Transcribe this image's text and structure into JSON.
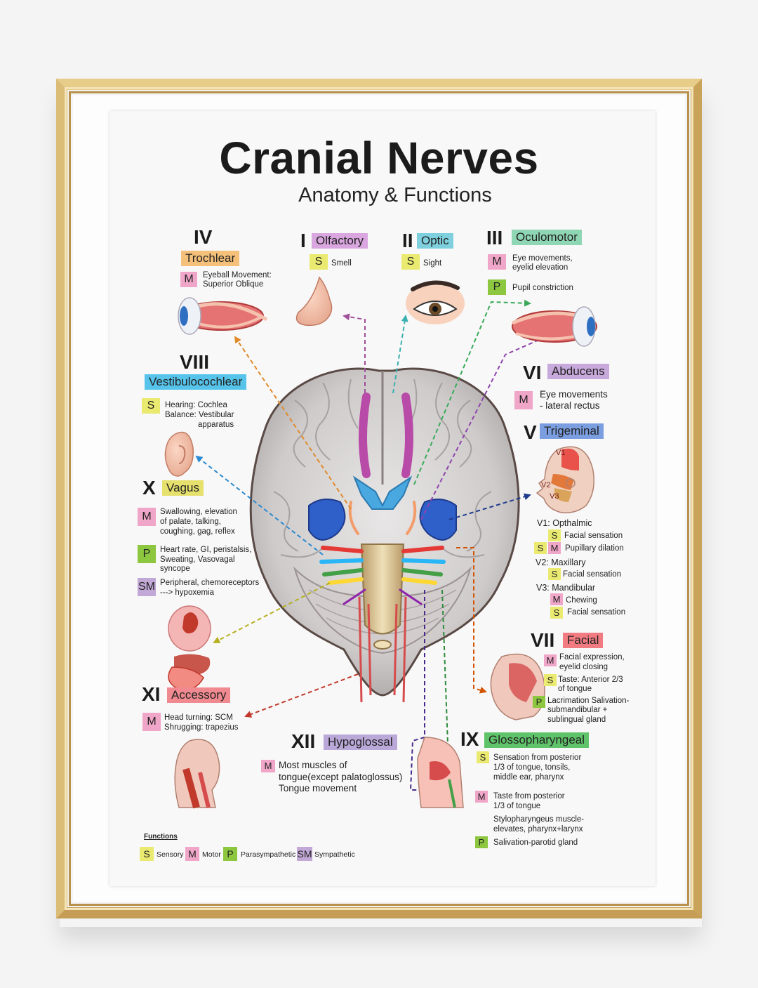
{
  "title": "Cranial Nerves",
  "subtitle": "Anatomy & Functions",
  "colors": {
    "sensory": "#eaea70",
    "motor": "#f0a6c8",
    "parasympathetic": "#8dc63f",
    "sympathetic": "#c2a8d6",
    "frame_gold": "#d9b870"
  },
  "nerves": {
    "olfactory": {
      "numeral": "I",
      "name": "Olfactory",
      "color": "#d9a6df",
      "badge": "S",
      "desc": "Smell"
    },
    "optic": {
      "numeral": "II",
      "name": "Optic",
      "color": "#7fd0df",
      "badge": "S",
      "desc": "Sight"
    },
    "oculomotor": {
      "numeral": "III",
      "name": "Oculomotor",
      "color": "#8fd6b4",
      "badge1": "M",
      "desc1a": "Eye movements,",
      "desc1b": "eyelid elevation",
      "badge2": "P",
      "desc2": "Pupil constriction"
    },
    "trochlear": {
      "numeral": "IV",
      "name": "Trochlear",
      "color": "#f5c07a",
      "badge": "M",
      "desc_a": "Eyeball Movement:",
      "desc_b": "Superior Oblique"
    },
    "trigeminal": {
      "numeral": "V",
      "name": "Trigeminal",
      "color": "#7b9ee0",
      "v1": "V1: Opthalmic",
      "v1_s": "S",
      "v1_s_desc": "Facial sensation",
      "v1_s2": "S",
      "v1_m2": "M",
      "v1_sm_desc": "Pupillary dilation",
      "v2": "V2: Maxillary",
      "v2_s": "S",
      "v2_s_desc": "Facial sensation",
      "v3": "V3: Mandibular",
      "v3_m": "M",
      "v3_m_desc": "Chewing",
      "v3_s": "S",
      "v3_s_desc": "Facial sensation",
      "face_labels": [
        "V1",
        "V2",
        "V3"
      ]
    },
    "abducens": {
      "numeral": "VI",
      "name": "Abducens",
      "color": "#c8a9dc",
      "badge": "M",
      "desc_a": "Eye movements",
      "desc_b": "- lateral rectus"
    },
    "facial": {
      "numeral": "VII",
      "name": "Facial",
      "color": "#f27b82",
      "badge1": "M",
      "desc1a": "Facial expression,",
      "desc1b": "eyelid closing",
      "badge2": "S",
      "desc2a": "Taste: Anterior 2/3",
      "desc2b": "of  tongue",
      "badge3": "P",
      "desc3a": "Lacrimation Salivation-",
      "desc3b": "submandibular +",
      "desc3c": "sublingual gland"
    },
    "vestibulocochlear": {
      "numeral": "VIII",
      "name": "Vestibulocochlear",
      "color": "#55c3ea",
      "badge": "S",
      "desc_a": "Hearing: Cochlea",
      "desc_b": "Balance: Vestibular",
      "desc_c": "apparatus"
    },
    "glossopharyngeal": {
      "numeral": "IX",
      "name": "Glossopharyngeal",
      "color": "#5fc36a",
      "badge1": "S",
      "desc1a": "Sensation from posterior",
      "desc1b": "1/3 of tongue, tonsils,",
      "desc1c": "middle ear, pharynx",
      "badge2": "M",
      "desc2a": "Taste from posterior",
      "desc2b": "1/3 of tongue",
      "desc2c": "Stylopharyngeus muscle-",
      "desc2d": "elevates, pharynx+larynx",
      "badge3": "P",
      "desc3": "Salivation-parotid gland"
    },
    "vagus": {
      "numeral": "X",
      "name": "Vagus",
      "color": "#e6e06c",
      "badge1": "M",
      "desc1a": "Swallowing, elevation",
      "desc1b": "of palate, talking,",
      "desc1c": "coughing, gag, reflex",
      "badge2": "P",
      "desc2a": "Heart rate, GI, peristalsis,",
      "desc2b": "Sweating, Vasovagal",
      "desc2c": "syncope",
      "badge3": "SM",
      "desc3a": "Peripheral, chemoreceptors",
      "desc3b": "---> hypoxemia"
    },
    "accessory": {
      "numeral": "XI",
      "name": "Accessory",
      "color": "#f08a90",
      "badge": "M",
      "desc_a": "Head turning: SCM",
      "desc_b": "Shrugging: trapezius"
    },
    "hypoglossal": {
      "numeral": "XII",
      "name": "Hypoglossal",
      "color": "#b9a8d8",
      "badge": "M",
      "desc_a": "Most muscles of",
      "desc_b": "tongue(except palatoglossus)",
      "desc_c": "Tongue movement"
    }
  },
  "legend": {
    "title": "Functions",
    "items": [
      {
        "badge": "S",
        "label": "Sensory"
      },
      {
        "badge": "M",
        "label": "Motor"
      },
      {
        "badge": "P",
        "label": "Parasympathetic"
      },
      {
        "badge": "SM",
        "label": "Sympathetic"
      }
    ]
  }
}
